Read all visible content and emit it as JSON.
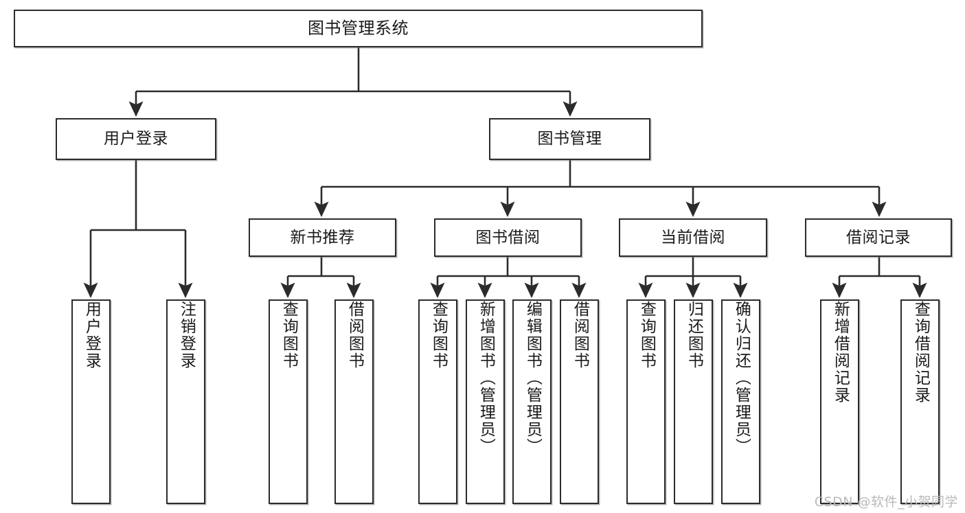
{
  "diagram": {
    "title": "图书管理系统",
    "type": "tree-hierarchy",
    "watermark": "CSDN @软件_小贺同学",
    "style": {
      "box_fill": "#ffffff",
      "box_stroke": "#2b2b2b",
      "text_color": "#1a1a1a",
      "edge_color": "#2b2b2b",
      "watermark_color": "#b9b9b9",
      "page_background": "#ffffff"
    },
    "nodes": {
      "root": {
        "label": "图书管理系统"
      },
      "level2": [
        {
          "label": "用户登录"
        },
        {
          "label": "图书管理"
        }
      ],
      "level3": [
        {
          "label": "新书推荐"
        },
        {
          "label": "图书借阅"
        },
        {
          "label": "当前借阅"
        },
        {
          "label": "借阅记录"
        }
      ],
      "leaves": {
        "user_login": [
          {
            "label": "用户登录"
          },
          {
            "label": "注销登录"
          }
        ],
        "new_book_recommend": [
          {
            "label": "查询图书"
          },
          {
            "label": "借阅图书"
          }
        ],
        "book_borrow": [
          {
            "label": "查询图书"
          },
          {
            "label": "新增图书（管理员）"
          },
          {
            "label": "编辑图书（管理员）"
          },
          {
            "label": "借阅图书"
          }
        ],
        "current_borrow": [
          {
            "label": "查询图书"
          },
          {
            "label": "归还图书"
          },
          {
            "label": "确认归还（管理员）"
          }
        ],
        "borrow_record": [
          {
            "label": "新增借阅记录"
          },
          {
            "label": "查询借阅记录"
          }
        ]
      }
    }
  }
}
